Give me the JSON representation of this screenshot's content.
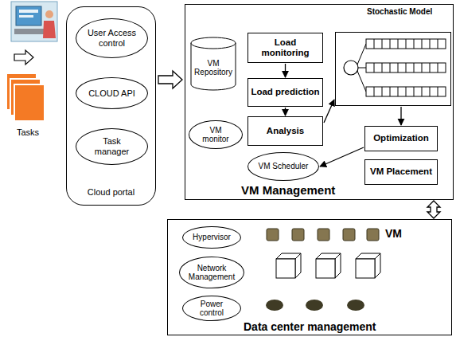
{
  "diagram": {
    "nodes": [
      {
        "text": [
          "Cloud portal"
        ]
      },
      {
        "text": [
          "User Access control"
        ],
        "in": 0
      },
      {
        "text": [
          "CLOUD API"
        ],
        "in": 0
      },
      {
        "text": [
          "Task manager"
        ],
        "in": 0
      },
      {
        "text": [
          "VM Management"
        ]
      },
      {
        "text": [
          "VM Repository"
        ],
        "in": 4
      },
      {
        "text": [
          "Load monitoring"
        ],
        "in": 4
      },
      {
        "text": [
          "Load prediction"
        ],
        "in": 4
      },
      {
        "text": [
          "VM monitor"
        ],
        "in": 4
      },
      {
        "text": [
          "Analysis"
        ],
        "in": 4
      },
      {
        "text": [
          "Stochastic Model"
        ],
        "in": 4
      },
      {
        "text": [
          "VM Scheduler"
        ],
        "in": 4
      },
      {
        "text": [
          "Optimization"
        ],
        "in": 4
      },
      {
        "text": [
          "VM Placement"
        ],
        "in": 4
      },
      {
        "text": [
          "Data center management"
        ]
      },
      {
        "text": [
          "Hypervisor"
        ],
        "in": 14
      },
      {
        "text": [
          "Network Management"
        ],
        "in": 14
      },
      {
        "text": [
          "Power control"
        ],
        "in": 14
      }
    ],
    "edges": [
      {
        "from": 0,
        "to": 4,
        "arrow": "to"
      },
      {
        "from": 6,
        "to": 7,
        "arrow": "to"
      },
      {
        "from": 7,
        "to": 9,
        "arrow": "to"
      },
      {
        "from": 9,
        "to": 10,
        "arrow": "to"
      },
      {
        "from": 10,
        "to": 12,
        "arrow": "to"
      },
      {
        "from": 12,
        "to": 11,
        "arrow": "to"
      },
      {
        "from": 4,
        "to": 14,
        "arrow": "both"
      }
    ],
    "labels": [
      "Tasks",
      "VM"
    ]
  }
}
